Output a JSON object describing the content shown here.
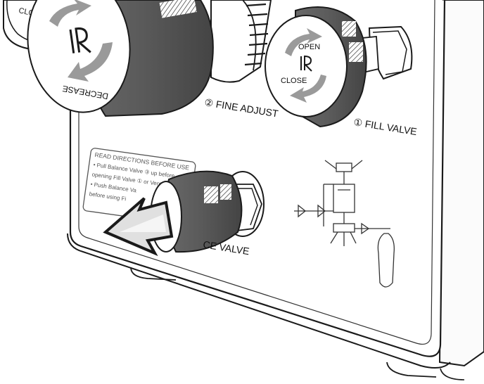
{
  "labels": {
    "fine_adjust": "② FINE ADJUST",
    "fill_valve": "① FILL VALVE",
    "balance_valve_partial": "CE VALVE",
    "decrease": "DECREASE",
    "close_top_left": "CLOSE",
    "open": "OPEN",
    "close": "CLOSE"
  },
  "instruction_panel": {
    "heading": "READ DIRECTIONS BEFORE USE",
    "line1": "• Pull Balance Valve ③ up before",
    "line2": "opening Fill Valve ① or Vent",
    "line3": "• Push Balance Va",
    "line4": "before using Fi"
  },
  "icons": {
    "logo": "r-logo-icon",
    "arrow": "pull-arrow-icon",
    "schematic": "valve-schematic-icon"
  },
  "colors": {
    "knob": "#585858",
    "outline": "#1a1a1a",
    "panel": "#ffffff"
  }
}
